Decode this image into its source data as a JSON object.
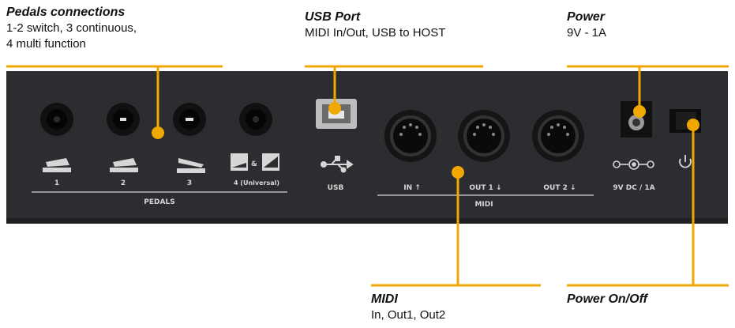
{
  "callouts": {
    "pedals": {
      "title": "Pedals connections",
      "desc": "1-2 switch, 3 continuous,\n4 multi function"
    },
    "usb": {
      "title": "USB Port",
      "desc": "MIDI In/Out, USB to HOST"
    },
    "power": {
      "title": "Power",
      "desc": "9V - 1A"
    },
    "midi": {
      "title": "MIDI",
      "desc": "In, Out1, Out2"
    },
    "power_switch": {
      "title": "Power On/Off",
      "desc": ""
    }
  },
  "panel": {
    "pedal_labels": [
      "1",
      "2",
      "3",
      "4 (Universal)"
    ],
    "pedals_group": "PEDALS",
    "usb_label": "USB",
    "midi_in": "IN ↑",
    "midi_out1": "OUT 1 ↓",
    "midi_out2": "OUT 2 ↓",
    "midi_group": "MIDI",
    "power_label": "9V DC / 1A"
  },
  "icons": [
    "sustain-pedal-icon",
    "expression-pedal-icon",
    "usb-symbol-icon",
    "dc-polarity-icon",
    "power-symbol-icon"
  ],
  "colors": {
    "callout_line": "#f0a800",
    "panel": "#2b2d30",
    "panel_text": "#d6d6d6"
  }
}
